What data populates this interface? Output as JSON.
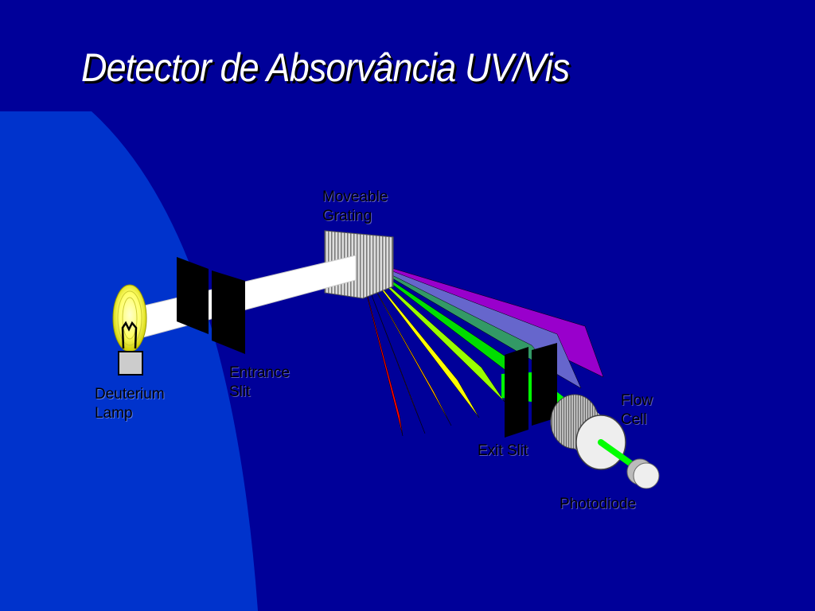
{
  "slide": {
    "title": "Detector de Absorvância UV/Vis",
    "background_color": "#000099",
    "glow_color": "#0033cc"
  },
  "labels": {
    "moveable_grating": [
      "Moveable",
      "Grating"
    ],
    "entrance_slit": [
      "Entrance",
      "Slit"
    ],
    "deuterium_lamp": [
      "Deuterium",
      "Lamp"
    ],
    "exit_slit": "Exit Slit",
    "flow_cell": [
      "Flow",
      "Cell"
    ],
    "photodiode": "Photodiode"
  },
  "spectrum_colors": [
    "#ff0000",
    "#ff6600",
    "#ffaa00",
    "#ffff00",
    "#99ff00",
    "#00dd00",
    "#339966",
    "#6666cc",
    "#9900cc"
  ],
  "selected_wavelength_color": "#00ff00"
}
